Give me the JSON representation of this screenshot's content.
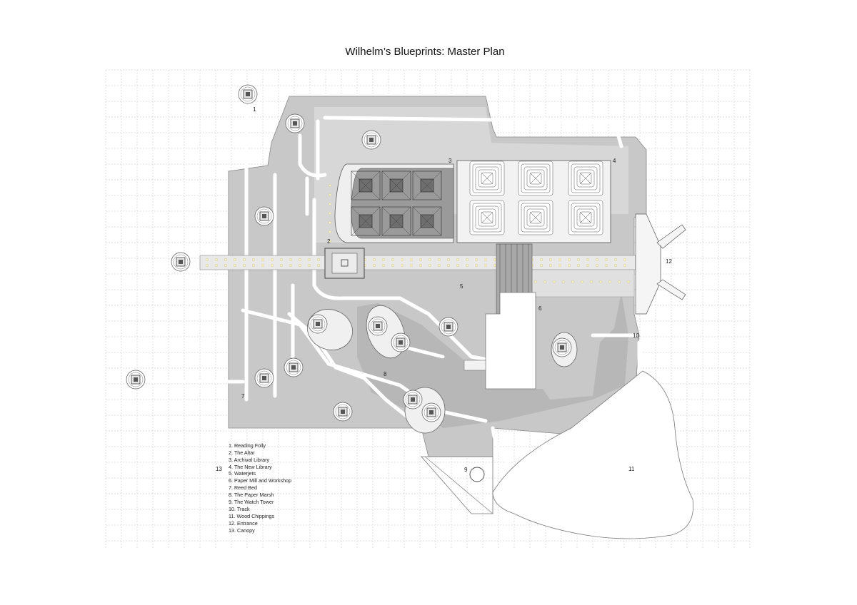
{
  "title": "Wilhelm’s Blueprints: Master Plan",
  "colors": {
    "site_fill": "#cfcfcf",
    "site_dark": "#bdbdbd",
    "path_fill": "#e2e2e2",
    "grid_line": "#d6d6d6",
    "line": "#555555",
    "light_dot": "#f4f1c4"
  },
  "callouts": {
    "n1": "1",
    "n2": "2",
    "n3": "3",
    "n4": "4",
    "n5": "5",
    "n6": "6",
    "n7": "7",
    "n8": "8",
    "n9": "9",
    "n10": "10",
    "n11": "11",
    "n12": "12",
    "n13": "13"
  },
  "legend": [
    "1. Reading Folly",
    "2. The Altar",
    "3. Archival Library",
    "4. The New Library",
    "5. Waterjets",
    "6. Paper Mill and Workshop",
    "7. Reed Bed",
    "8. The Paper Marsh",
    "9. The Watch Tower",
    "10. Track",
    "11. Wood Chippings",
    "12. Entrance",
    "13. Canopy"
  ]
}
